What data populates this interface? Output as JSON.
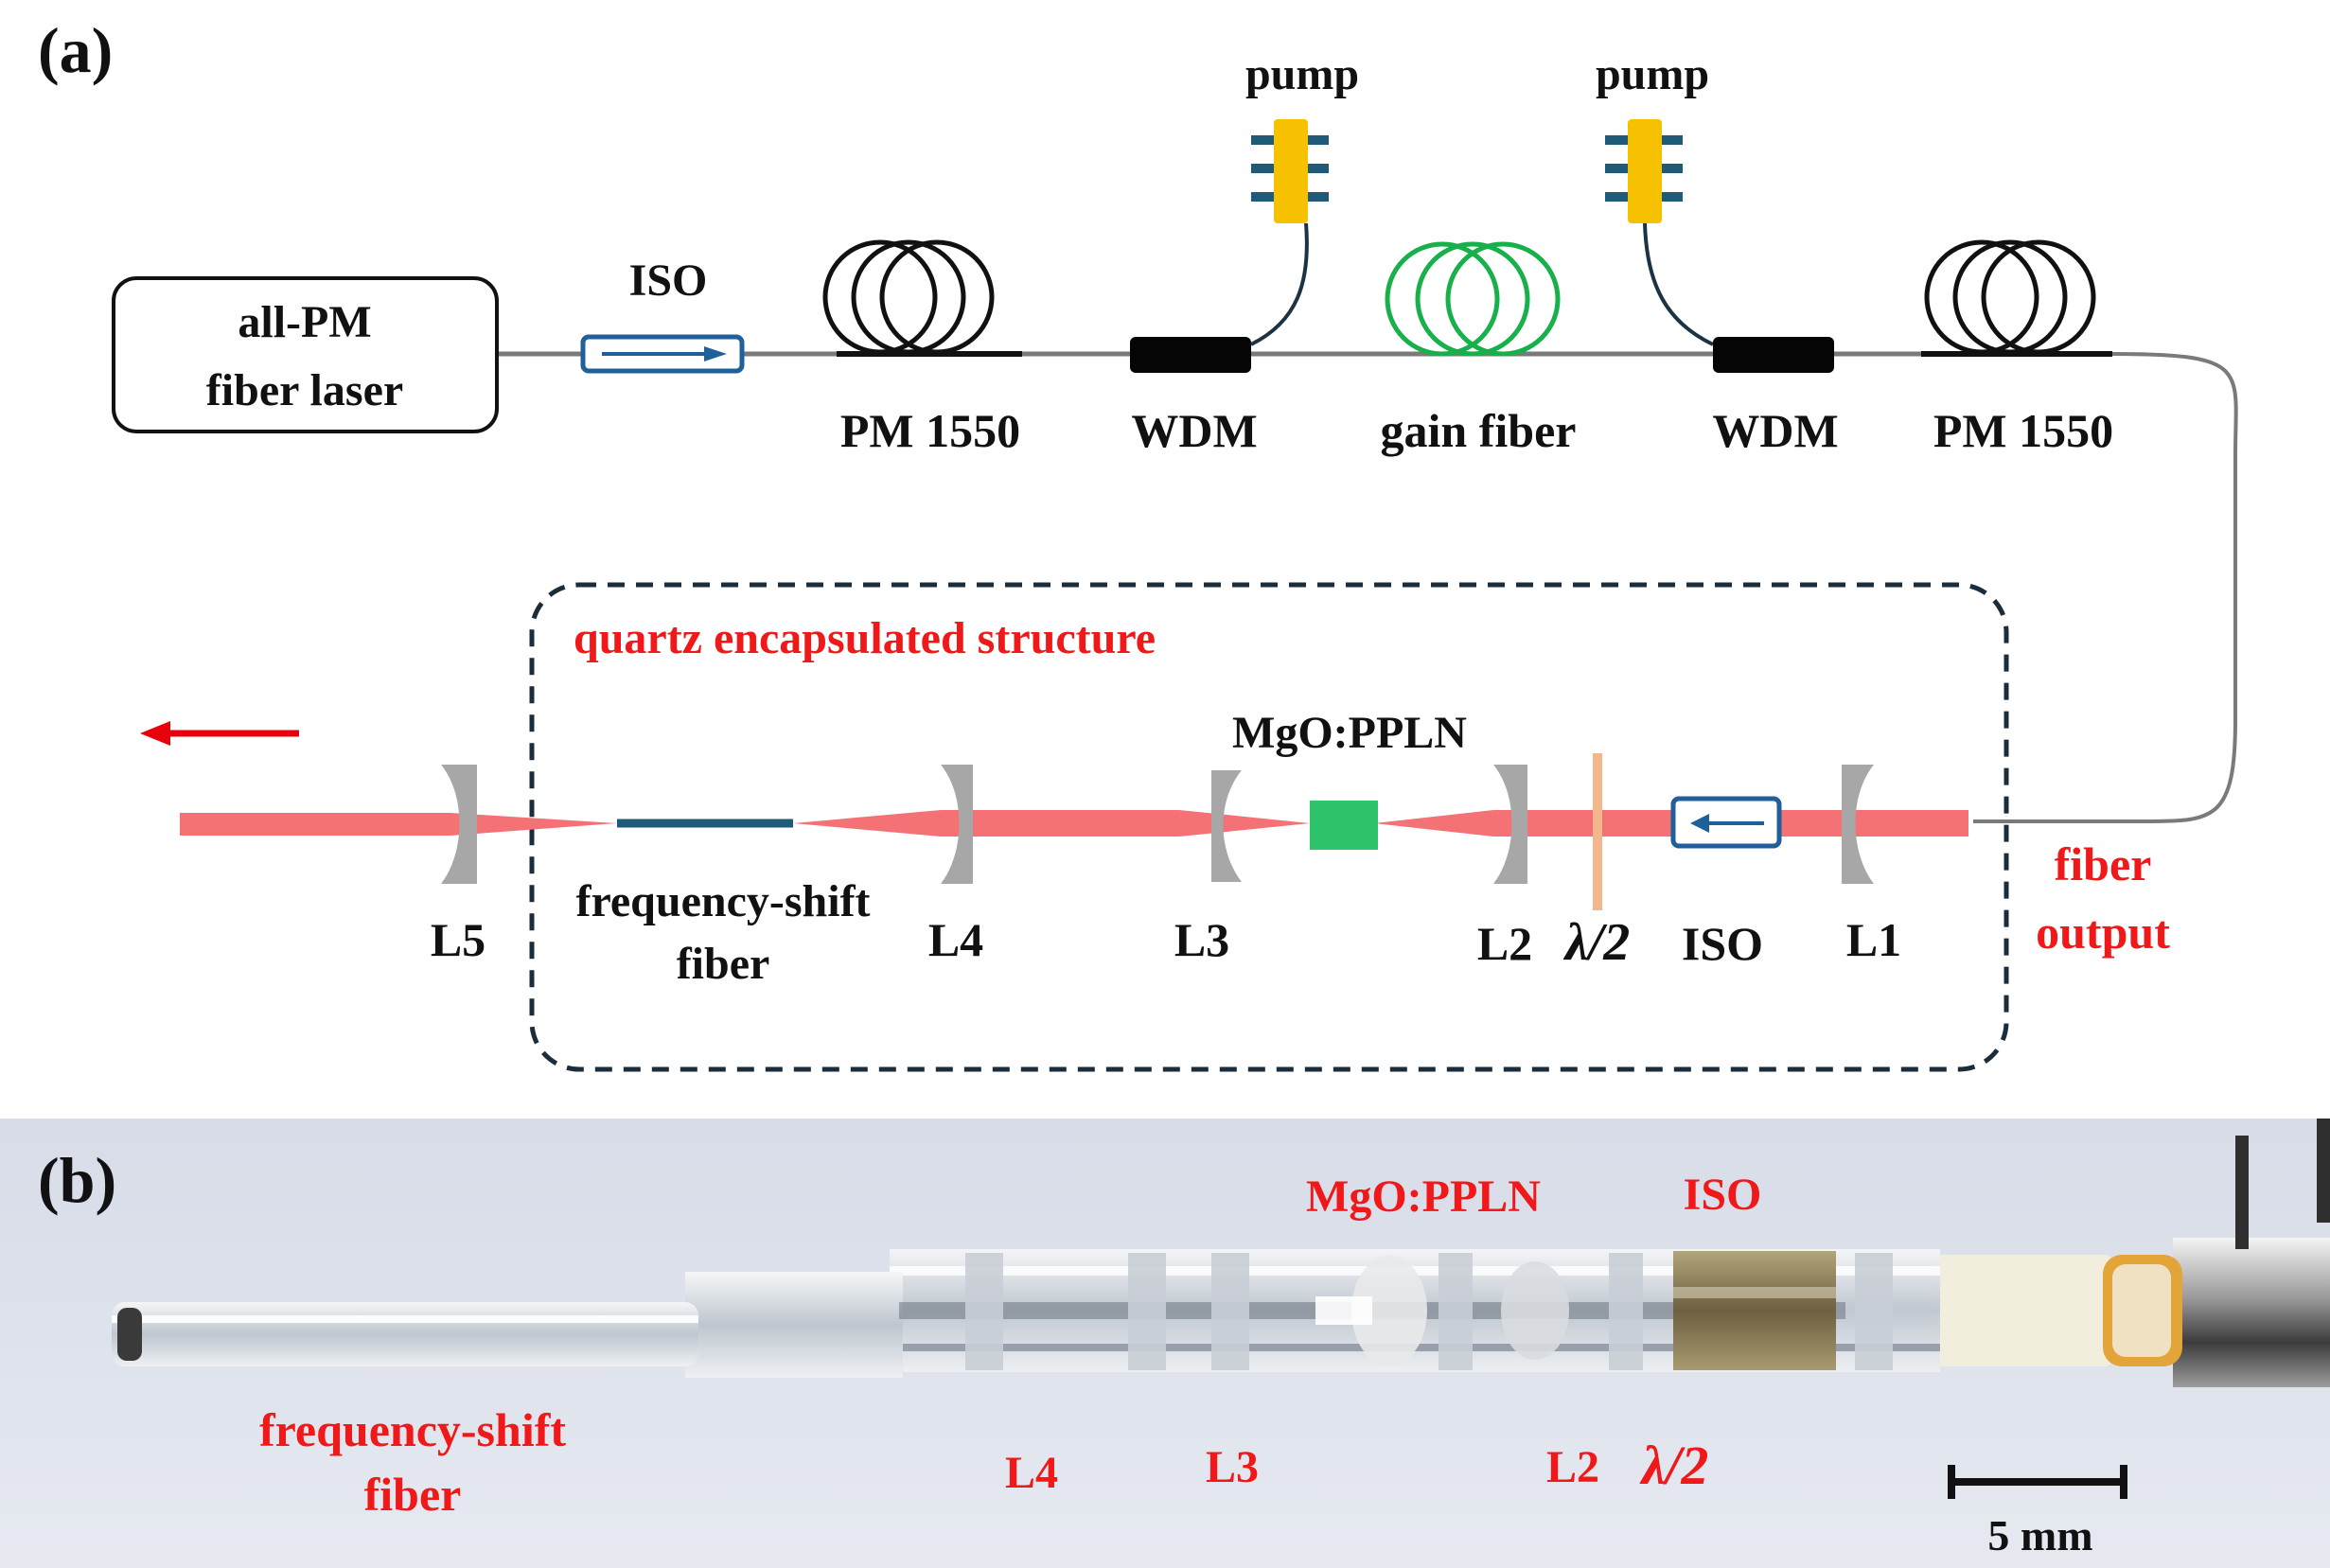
{
  "panel_a": {
    "tag": "(a)",
    "source": "all-PM",
    "source2": "fiber laser",
    "iso_top": "ISO",
    "pm1": "PM 1550",
    "wdm1": "WDM",
    "pump1": "pump",
    "gain": "gain fiber",
    "pump2": "pump",
    "wdm2": "WDM",
    "pm2": "PM 1550",
    "enclosure": "quartz encapsulated structure",
    "crystal": "MgO:PPLN",
    "L5": "L5",
    "fs1": "frequency-shift",
    "fs2": "fiber",
    "L4": "L4",
    "L3": "L3",
    "L2": "L2",
    "hwp": "λ/2",
    "iso_bottom": "ISO",
    "L1": "L1",
    "out1": "fiber",
    "out2": "output"
  },
  "panel_b": {
    "tag": "(b)",
    "crystal": "MgO:PPLN",
    "iso": "ISO",
    "fs1": "frequency-shift",
    "fs2": "fiber",
    "L4": "L4",
    "L3": "L3",
    "L2": "L2",
    "hwp": "λ/2",
    "scale": "5 mm"
  },
  "colors": {
    "beam": "#f47275",
    "lens": "#a7a7a7",
    "iso": "#1f5f9a",
    "pump_lead": "#1f5a78",
    "pump_body": "#f6c200",
    "gain": "#17b04a",
    "crystal": "#2ec46c",
    "hwp": "#f4b68c",
    "arrow": "#e8000b",
    "box_dash": "#1b2d3a"
  }
}
